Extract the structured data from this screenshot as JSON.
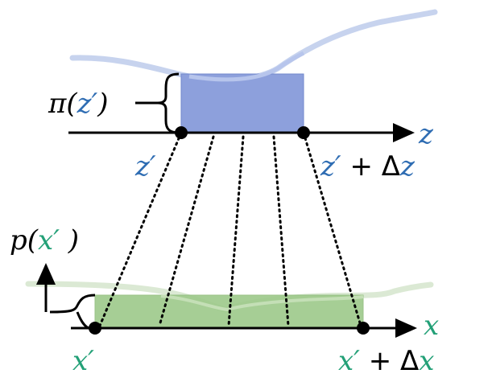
{
  "top": {
    "density_label": {
      "fn": "π(",
      "var": "z′",
      "close": ")"
    },
    "axis_label": "z",
    "left_point_label": "z′",
    "right_point_label": {
      "var": "z′",
      "op": " + Δ",
      "var2": "z"
    }
  },
  "bottom": {
    "density_label": {
      "fn": "p(",
      "var": "x′",
      "close": " )"
    },
    "axis_label": "x",
    "left_point_label": "x′",
    "right_point_label": {
      "var": "x′",
      "op": " + Δ",
      "var2": "x"
    }
  },
  "colors": {
    "z_accent": "#2f6db3",
    "x_accent": "#23a077",
    "z_rect": "#8da0dc",
    "x_rect": "#9dc98a"
  }
}
